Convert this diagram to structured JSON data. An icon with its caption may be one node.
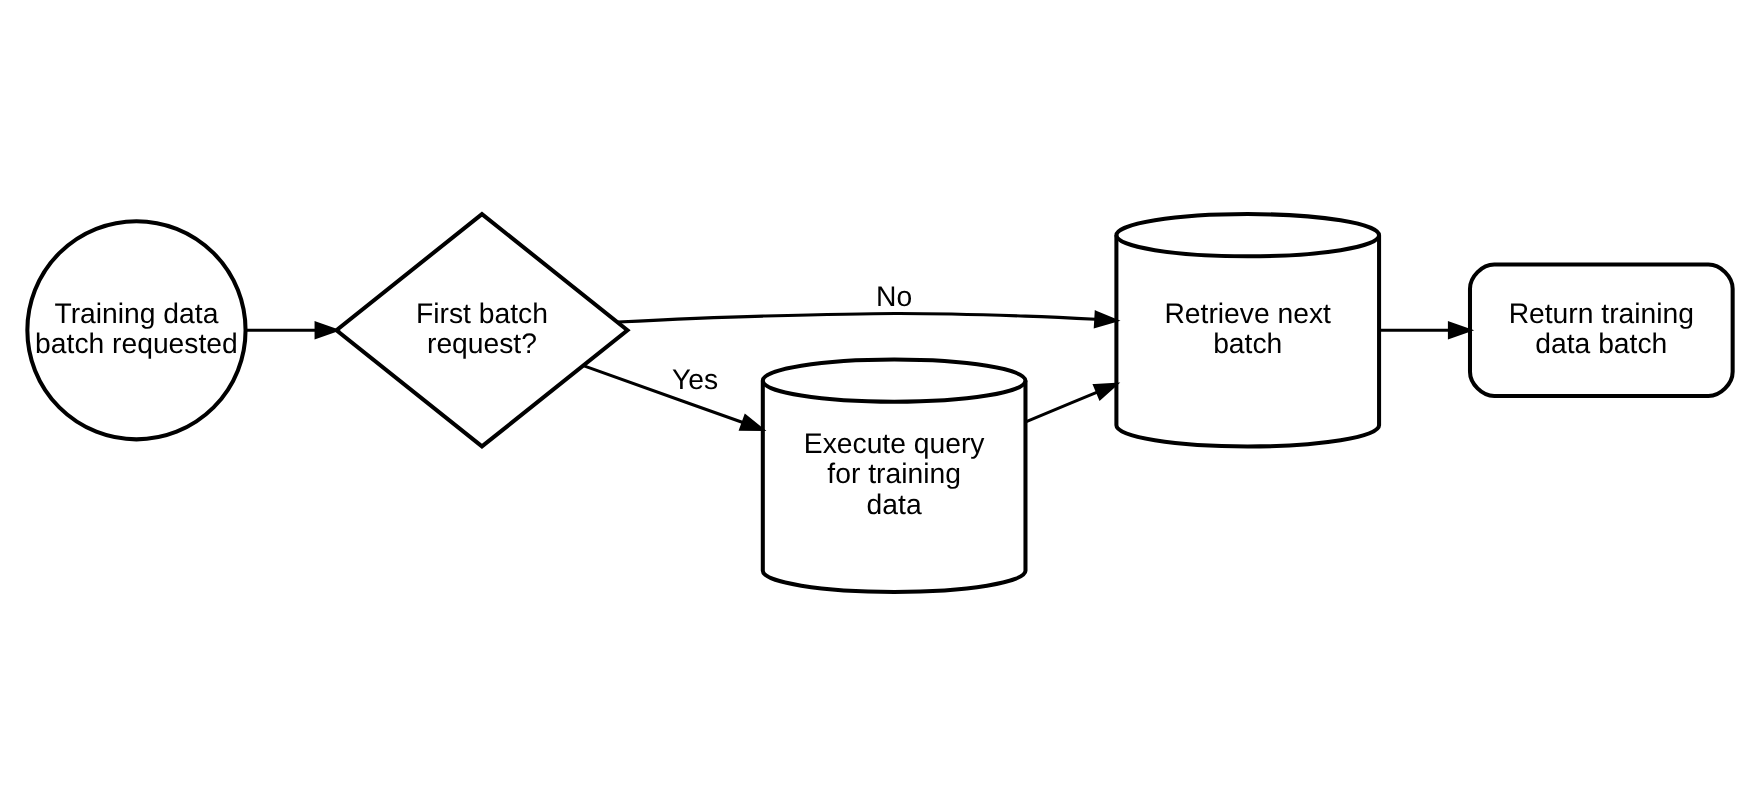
{
  "diagram": {
    "nodes": [
      {
        "text": [
          "Training data batch requested"
        ]
      },
      {
        "text": [
          "First batch request?"
        ]
      },
      {
        "text": [
          "Retrieve next batch"
        ]
      },
      {
        "text": [
          "Return training data batch"
        ]
      },
      {
        "text": [
          "Execute query for training data"
        ]
      }
    ],
    "edges": [
      {
        "from": 0,
        "to": 1,
        "arrow": "to"
      },
      {
        "from": 1,
        "to": 2,
        "arrow": "to",
        "label": "No"
      },
      {
        "from": 2,
        "to": 3,
        "arrow": "to"
      },
      {
        "from": 1,
        "to": 4,
        "arrow": "to",
        "label": "Yes"
      },
      {
        "from": 4,
        "to": 2,
        "arrow": "to"
      }
    ]
  }
}
